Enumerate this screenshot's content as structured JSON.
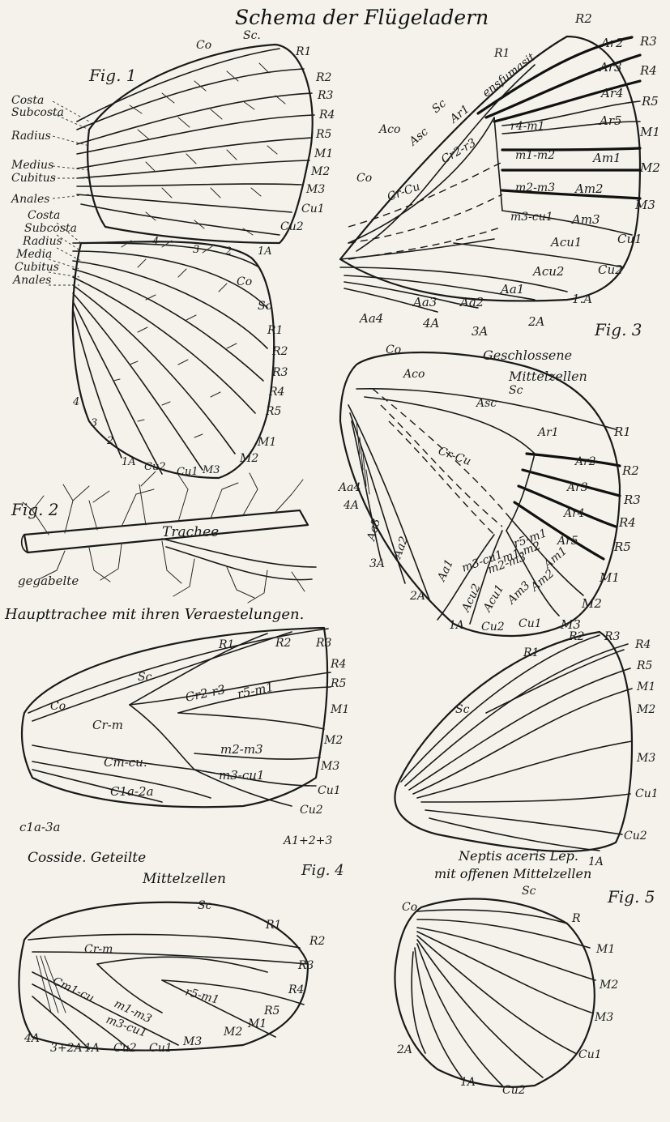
{
  "title": "Schema der Flügeladern",
  "figures": {
    "fig1": {
      "label": "Fig. 1",
      "upper_left": [
        "Costa",
        "Subcosta",
        "Radius",
        "Medius",
        "Cubitus",
        "Anales"
      ],
      "upper_top": [
        "Co",
        "Sc."
      ],
      "upper_right": [
        "R1",
        "R2",
        "R3",
        "R4",
        "R5",
        "M1",
        "M2",
        "M3",
        "Cu1",
        "Cu2"
      ],
      "upper_bottom": [
        "4",
        "3",
        "2",
        "1A"
      ],
      "lower_left": [
        "Costa",
        "Subcosta",
        "Radius",
        "Media",
        "Cubitus",
        "Anales"
      ],
      "lower_right": [
        "Co",
        "Sc",
        "R1",
        "R2",
        "R3",
        "R4",
        "R5",
        "M1",
        "M2"
      ],
      "lower_bottom": [
        "4",
        "3",
        "2",
        "1A",
        "Cu2",
        "Cu1",
        "M3"
      ]
    },
    "fig2": {
      "label": "Fig. 2",
      "trachee": "Trachee",
      "gegabelte": "gegabelte",
      "caption": "Haupttrachee mit ihren Veraestelungen."
    },
    "fig3": {
      "label": "Fig. 3",
      "upper_right": [
        "R2",
        "R3",
        "R4",
        "R5",
        "M1",
        "M2",
        "M3",
        "Cu1",
        "Cu2",
        "1.A"
      ],
      "upper_cells": [
        "Ar2",
        "Ar3",
        "Ar4",
        "Ar5",
        "Am1",
        "Am2",
        "Am3",
        "Acu1",
        "Acu2",
        "Aa1"
      ],
      "upper_inner": [
        "R1",
        "Ar1",
        "ensfumasit",
        "Sc",
        "Asc",
        "Aco",
        "Co",
        "r4-m1",
        "Cr2-r3",
        "m1-m2",
        "m2-m3",
        "m3-cu1",
        "Cr-Cu"
      ],
      "upper_bottom": [
        "Aa4",
        "Aa3",
        "Aa2",
        "4A",
        "3A",
        "2A"
      ],
      "lower_title": [
        "Geschlossene",
        "Mittelzellen"
      ],
      "lower_top": [
        "Co",
        "Aco",
        "Sc",
        "Asc"
      ],
      "lower_right": [
        "R1",
        "R2",
        "R3",
        "R4",
        "R5",
        "M1",
        "M2",
        "M3"
      ],
      "lower_cells": [
        "Ar1",
        "Ar2",
        "Ar3",
        "Ar4",
        "Ar5",
        "Am1",
        "Am2",
        "Am3",
        "Acu1",
        "Acu2",
        "Aa1",
        "Aa2",
        "Aa3",
        "Aa4"
      ],
      "lower_inner": [
        "Cr-Cu",
        "r5-m1",
        "m1-m2",
        "m2-m3",
        "m3-cu1"
      ],
      "lower_bottom": [
        "4A",
        "3A",
        "2A",
        "1A",
        "Cu2",
        "Cu1"
      ]
    },
    "fig4": {
      "label": "Fig. 4",
      "upper_top": [
        "Sc",
        "R1",
        "R2",
        "R3",
        "R4",
        "R5",
        "Co"
      ],
      "upper_cells": [
        "Cr2-r3",
        "r5-m1",
        "Cr-m",
        "Cm-cu.",
        "m2-m3",
        "m3-cu1",
        "C1a-2a",
        "c1a-3a"
      ],
      "upper_right": [
        "M1",
        "M2",
        "M3",
        "Cu1",
        "Cu2",
        "A1+2+3"
      ],
      "caption_1": "Cosside. Geteilte",
      "caption_2": "Mittelzellen",
      "lower_labels": [
        "Sc",
        "R1",
        "R2",
        "R3",
        "R4",
        "R5",
        "M1",
        "M2",
        "M3",
        "Cu1",
        "Cu2",
        "1A",
        "3+2A",
        "4A"
      ],
      "lower_cells": [
        "Cr-m",
        "Cm1-cu",
        "m1-m3",
        "m3-cu1",
        "r5-m1"
      ]
    },
    "fig5": {
      "label": "Fig. 5",
      "upper_labels": [
        "Sc",
        "R1",
        "R2",
        "R3",
        "R4",
        "R5",
        "M1",
        "M2",
        "M3",
        "Cu1",
        "Cu2",
        "1A"
      ],
      "caption_1": "Neptis aceris Lep.",
      "caption_2": "mit offenen Mittelzellen",
      "lower_labels": [
        "Co",
        "Sc",
        "R",
        "M1",
        "M2",
        "M3",
        "Cu1",
        "Cu2",
        "1A",
        "2A"
      ]
    }
  },
  "colors": {
    "paper": "#f4f2ea",
    "ink": "#1a1a1a"
  }
}
